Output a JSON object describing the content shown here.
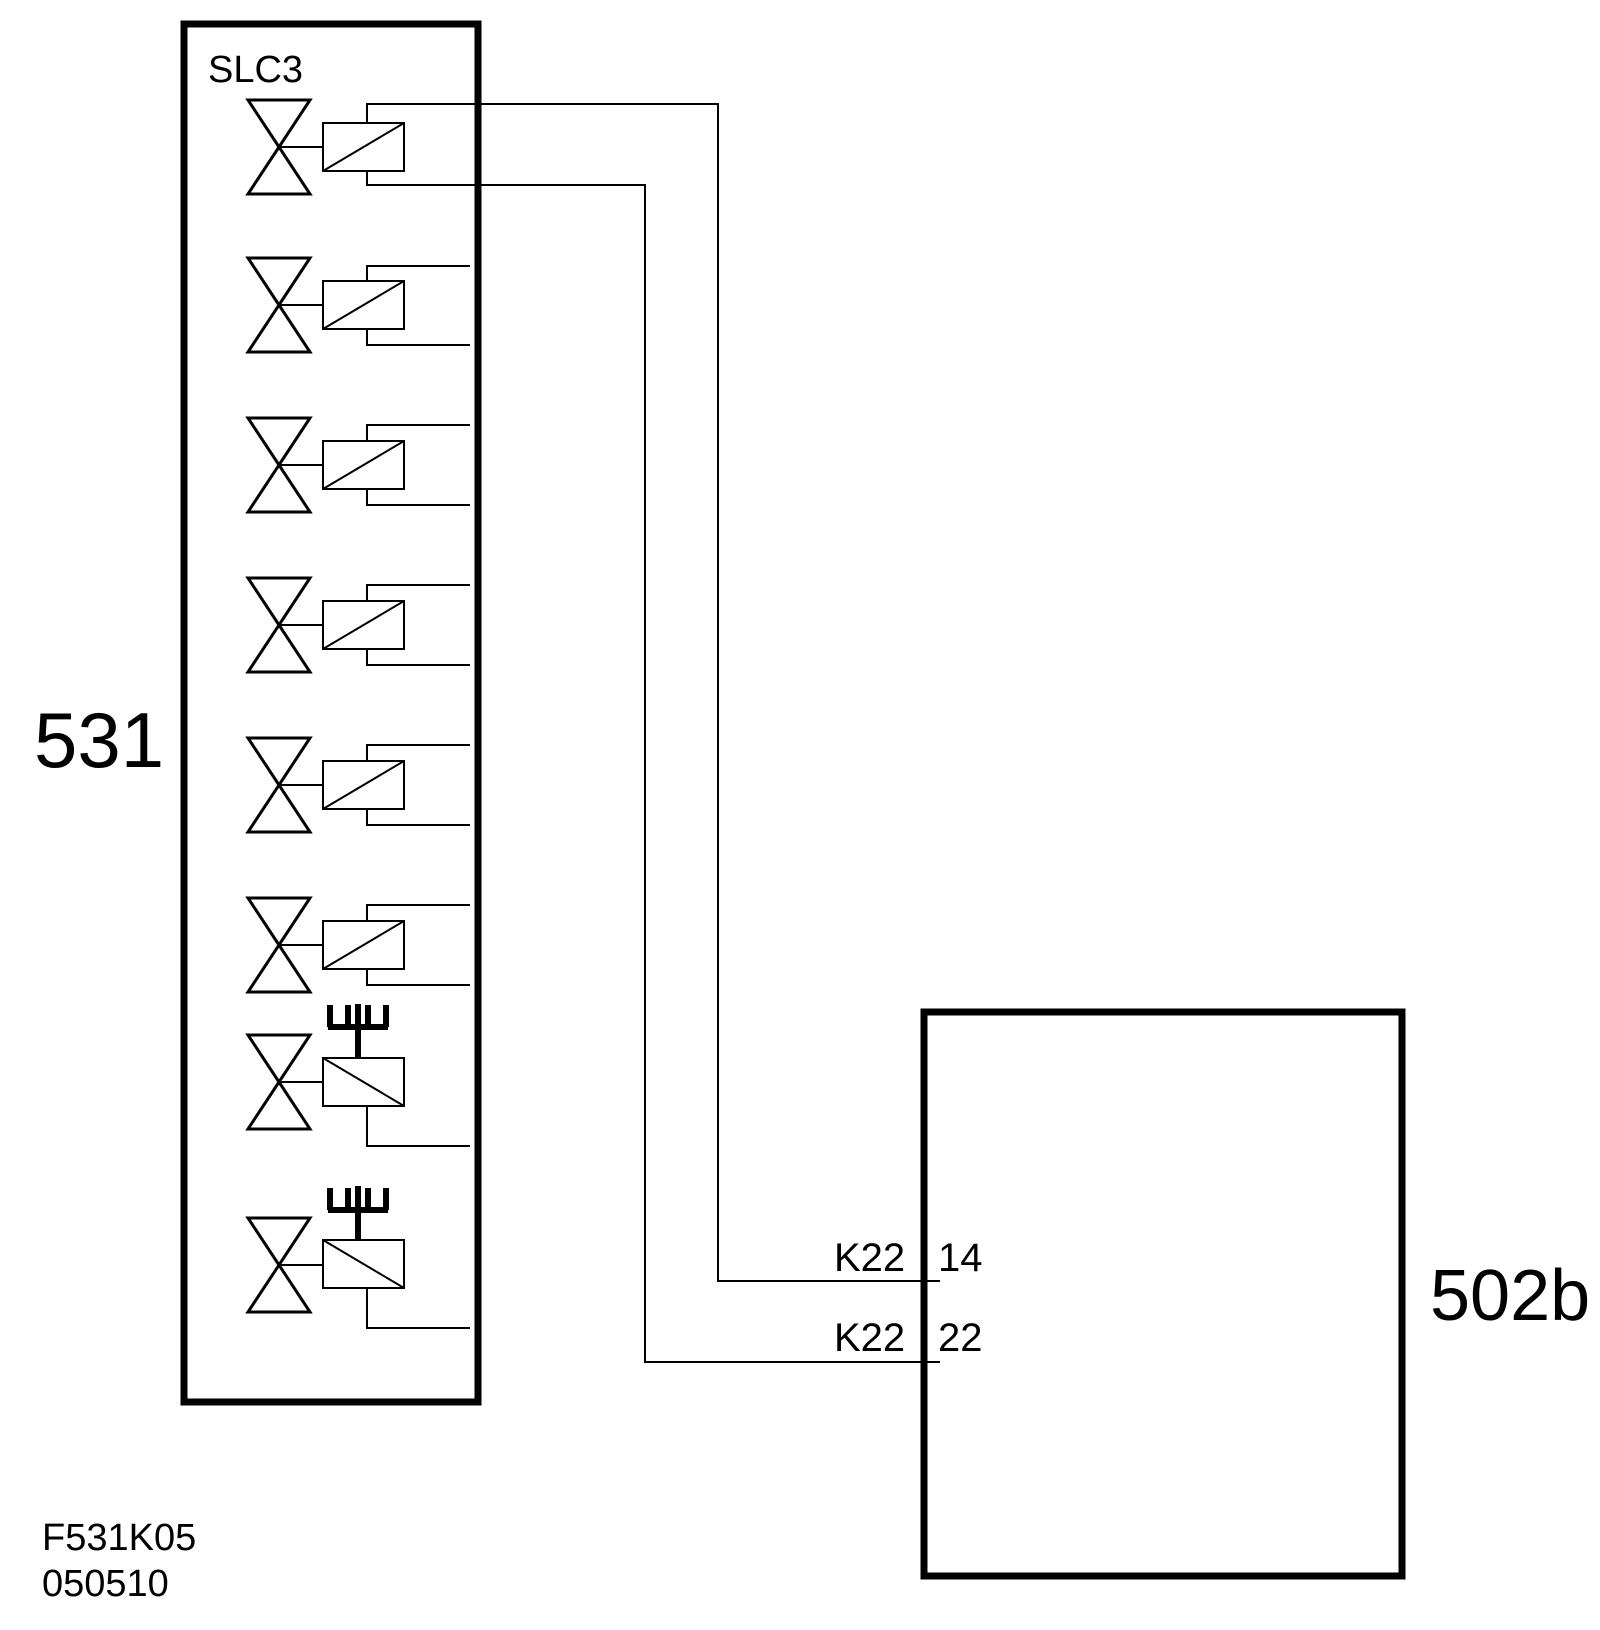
{
  "labels": {
    "slc": "SLC3",
    "unit_left": "531",
    "unit_right": "502b",
    "terminal_top_code": "K22",
    "terminal_top_pin": "14",
    "terminal_bottom_code": "K22",
    "terminal_bottom_pin": "22",
    "drawing_code": "F531K05",
    "drawing_date": "050510"
  },
  "valves": [
    {
      "type": "solenoid"
    },
    {
      "type": "solenoid"
    },
    {
      "type": "solenoid"
    },
    {
      "type": "solenoid"
    },
    {
      "type": "solenoid"
    },
    {
      "type": "solenoid"
    },
    {
      "type": "solenoid-manual-override"
    },
    {
      "type": "solenoid-manual-override"
    }
  ]
}
